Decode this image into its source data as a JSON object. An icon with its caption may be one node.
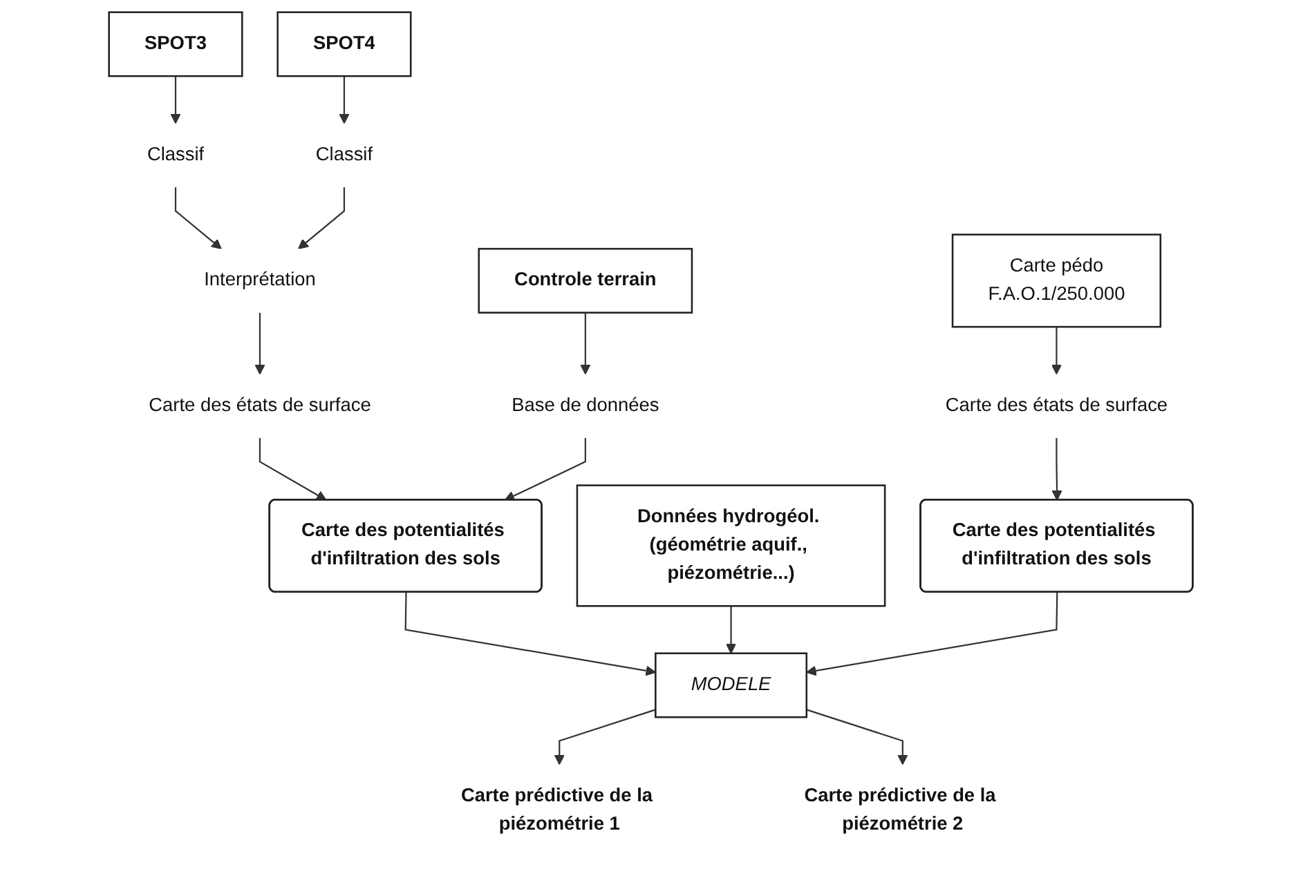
{
  "diagram": {
    "nodes": [
      {
        "text": [
          "SPOT3"
        ]
      },
      {
        "text": [
          "SPOT4"
        ]
      },
      {
        "text": [
          "Classif"
        ]
      },
      {
        "text": [
          "Classif"
        ]
      },
      {
        "text": [
          "Interprétation"
        ]
      },
      {
        "text": [
          "Carte des états de surface"
        ]
      },
      {
        "text": [
          "Controle terrain"
        ]
      },
      {
        "text": [
          "Base de données"
        ]
      },
      {
        "text": [
          "Données hydrogéol. (géométrie aquif., piézométrie...)"
        ]
      },
      {
        "text": [
          "Carte pédo",
          "F.A.O.1/250.000"
        ]
      },
      {
        "text": [
          "Carte des potentialités d'infiltration des sols"
        ]
      },
      {
        "text": [
          "Carte des états de surface"
        ]
      },
      {
        "text": [
          "Carte des potentialités d'infiltration des sols"
        ]
      },
      {
        "text": [
          "MODELE"
        ]
      },
      {
        "text": [
          "Carte prédictive de la piézométrie 1"
        ]
      },
      {
        "text": [
          "Carte prédictive de la piézométrie 2"
        ]
      }
    ],
    "edges": [
      {
        "from": 0,
        "to": 2,
        "arrow": "to"
      },
      {
        "from": 1,
        "to": 3,
        "arrow": "to"
      },
      {
        "from": 2,
        "to": 4,
        "arrow": "to"
      },
      {
        "from": 3,
        "to": 4,
        "arrow": "to"
      },
      {
        "from": 4,
        "to": 5,
        "arrow": "to"
      },
      {
        "from": 5,
        "to": 10,
        "arrow": "to"
      },
      {
        "from": 6,
        "to": 7,
        "arrow": "to"
      },
      {
        "from": 7,
        "to": 10,
        "arrow": "to"
      },
      {
        "from": 9,
        "to": 11,
        "arrow": "to"
      },
      {
        "from": 11,
        "to": 12,
        "arrow": "to"
      },
      {
        "from": 10,
        "to": 13,
        "arrow": "to"
      },
      {
        "from": 8,
        "to": 13,
        "arrow": "to"
      },
      {
        "from": 12,
        "to": 13,
        "arrow": "to"
      },
      {
        "from": 13,
        "to": 14,
        "arrow": "to"
      },
      {
        "from": 13,
        "to": 15,
        "arrow": "to"
      }
    ]
  }
}
